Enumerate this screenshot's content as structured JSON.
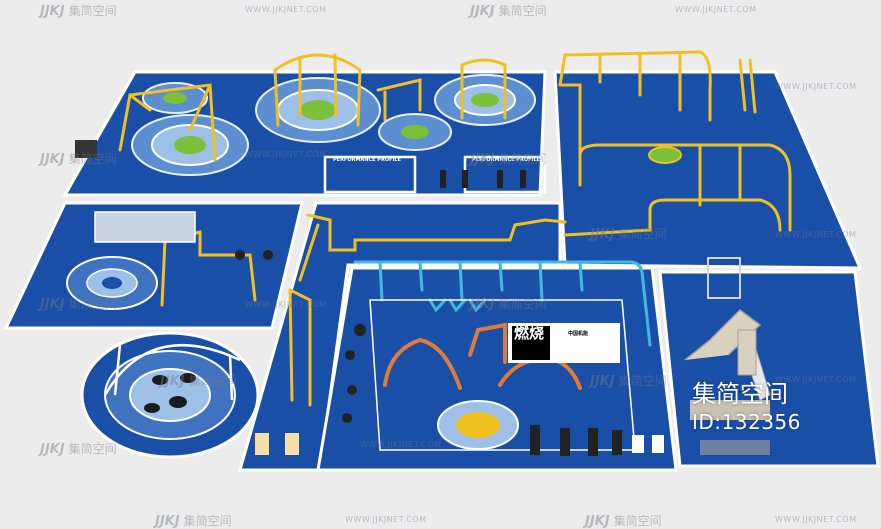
{
  "watermark": {
    "brand": "集简空间",
    "logo": "JJKJ",
    "url": "WWW.JJKJNET.COM",
    "id_label": "ID:132356"
  },
  "signs": {
    "banner_left": "PERFORMANCE PROFILE",
    "banner_right": "PERFORMANCE PROFILE",
    "board_burn": "燃烧",
    "board_small": "中国机能"
  },
  "colors": {
    "background": "#ececec",
    "court": "#1a4fa8",
    "court_edge": "#ffffff",
    "rail_yellow": "#f0c020",
    "rail_cyan": "#3fb8e0",
    "ring_green": "#7bbf3a",
    "arch_orange": "#e07a3a"
  }
}
